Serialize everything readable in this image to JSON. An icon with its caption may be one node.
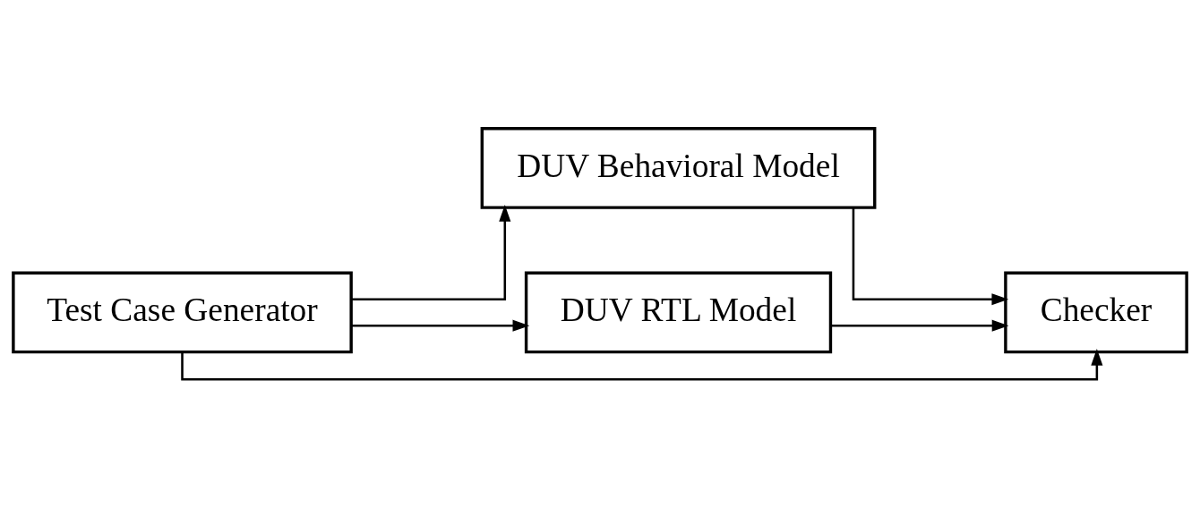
{
  "diagram": {
    "nodes": [
      {
        "text": [
          "Test Case Generator"
        ]
      },
      {
        "text": [
          "DUV Behavioral Model"
        ]
      },
      {
        "text": [
          "DUV RTL Model"
        ]
      },
      {
        "text": [
          "Checker"
        ]
      }
    ],
    "edges": [
      {
        "from": 0,
        "to": 1,
        "arrow": "to"
      },
      {
        "from": 0,
        "to": 2,
        "arrow": "to"
      },
      {
        "from": 0,
        "to": 3,
        "arrow": "to"
      },
      {
        "from": 1,
        "to": 3,
        "arrow": "to"
      },
      {
        "from": 2,
        "to": 3,
        "arrow": "to"
      }
    ]
  }
}
